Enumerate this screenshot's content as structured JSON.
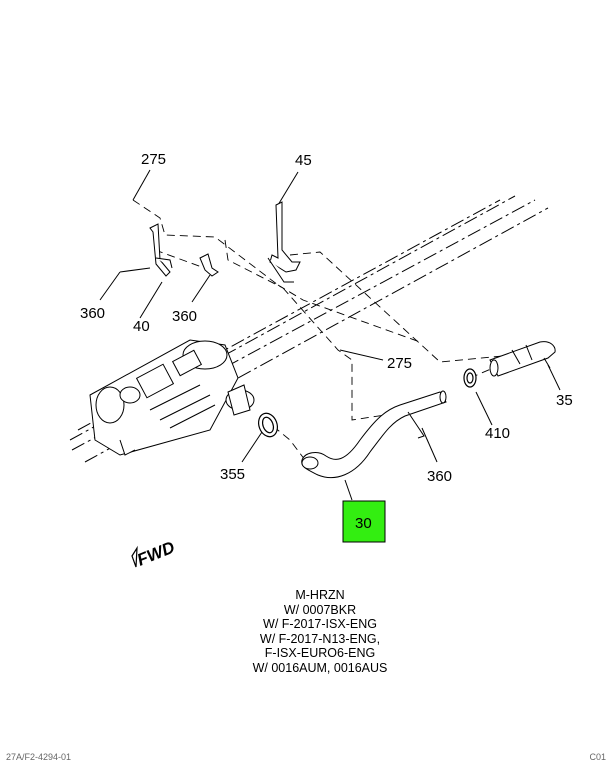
{
  "callouts": {
    "c275_top": "275",
    "c45": "45",
    "c360_left": "360",
    "c40": "40",
    "c360_mid": "360",
    "c275_mid": "275",
    "c35": "35",
    "c410": "410",
    "c355": "355",
    "c360_right": "360",
    "c30": "30"
  },
  "highlight_color": "#33ee11",
  "fwd_label": "FWD",
  "notes": [
    "M-HRZN",
    "W/ 0007BKR",
    "W/ F-2017-ISX-ENG",
    "W/ F-2017-N13-ENG,",
    "F-ISX-EURO6-ENG",
    "W/ 0016AUM, 0016AUS"
  ],
  "footer": {
    "left": "27A/F2-4294-01",
    "right": "C01"
  }
}
